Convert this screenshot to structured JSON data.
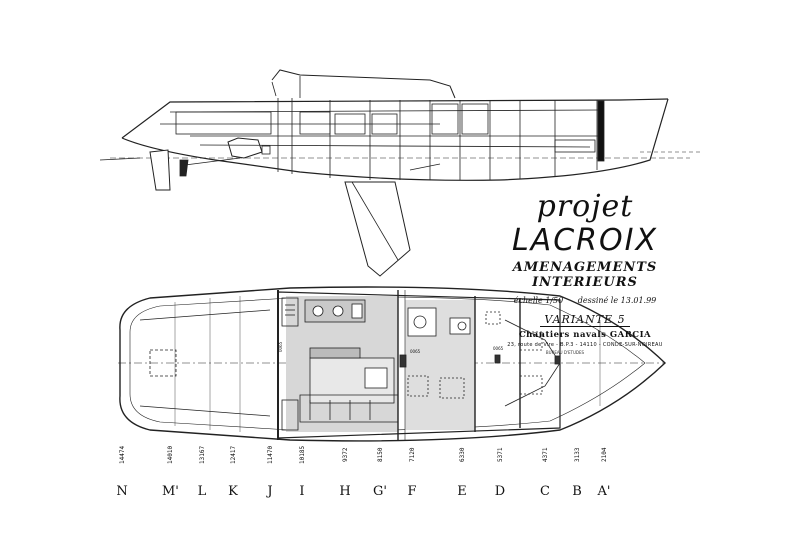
{
  "title": {
    "project_prefix": "projet",
    "project_name": "LACROIX",
    "subtitle": "AMENAGEMENTS INTERIEURS",
    "scale": "échelle 1/50",
    "drawn": "dessiné le 13.01.99",
    "variant": "VARIANTE 5",
    "shipyard": "Chantiers navals GARCIA",
    "address": "23, route de Vire - B.P.3 - 14110 - CONDE-SUR-NOIREAU",
    "tiny_note": "BUREAU D'ETUDES"
  },
  "stations": [
    {
      "letter": "N",
      "value": "14474"
    },
    {
      "letter": "M'",
      "value": "14010"
    },
    {
      "letter": "L",
      "value": "13167"
    },
    {
      "letter": "K",
      "value": "12417"
    },
    {
      "letter": "J",
      "value": "11470"
    },
    {
      "letter": "I",
      "value": "10185"
    },
    {
      "letter": "H",
      "value": "9372"
    },
    {
      "letter": "G'",
      "value": "8150"
    },
    {
      "letter": "F",
      "value": "7120"
    },
    {
      "letter": "E",
      "value": "6330"
    },
    {
      "letter": "D",
      "value": "5371"
    },
    {
      "letter": "C",
      "value": "4371"
    },
    {
      "letter": "B",
      "value": "3133"
    },
    {
      "letter": "A'",
      "value": "2104"
    }
  ],
  "plan_labels": {
    "bulkhead_aft": "0065",
    "bulkhead_mid": "0065",
    "bulkhead_fwd": "0065"
  }
}
